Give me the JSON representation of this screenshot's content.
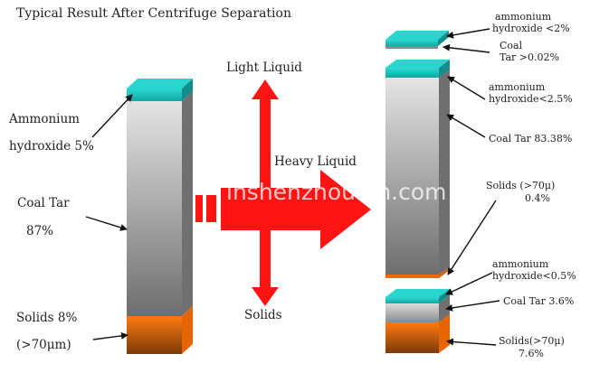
{
  "title": "Typical Result After Centrifuge Separation",
  "watermark": "lnshenzhou.en.com",
  "flow": {
    "light": "Light Liquid",
    "heavy": "Heavy Liquid",
    "solids": "Solids"
  },
  "feed": {
    "ammonium_1": "Ammonium",
    "ammonium_2": "hydroxide 5%",
    "coal_tar_1": "Coal Tar",
    "coal_tar_2": "87%",
    "solids_1": "Solids 8%",
    "solids_2": "(>70μm)"
  },
  "light_out": {
    "ammonium_1": "ammonium",
    "ammonium_2": "hydroxide <2%",
    "coal_tar_1": "Coal",
    "coal_tar_2": "Tar >0.02%"
  },
  "heavy_out": {
    "ammonium_1": "ammonium",
    "ammonium_2": "hydroxide<2.5%",
    "coal_tar": "Coal Tar 83.38%",
    "solids_1": "Solids (>70μ)",
    "solids_2": "0.4%"
  },
  "solids_out": {
    "ammonium_1": "ammonium",
    "ammonium_2": "hydroxide<0.5%",
    "coal_tar": "Coal Tar 3.6%",
    "solids_1": "Solids(>70μ)",
    "solids_2": "7.6%"
  },
  "colors": {
    "teal": "#17b3b0",
    "teal_top": "#22d4cf",
    "orange": "#f06a00",
    "red": "#ff1414",
    "gray_side": "#6f6f6f"
  }
}
